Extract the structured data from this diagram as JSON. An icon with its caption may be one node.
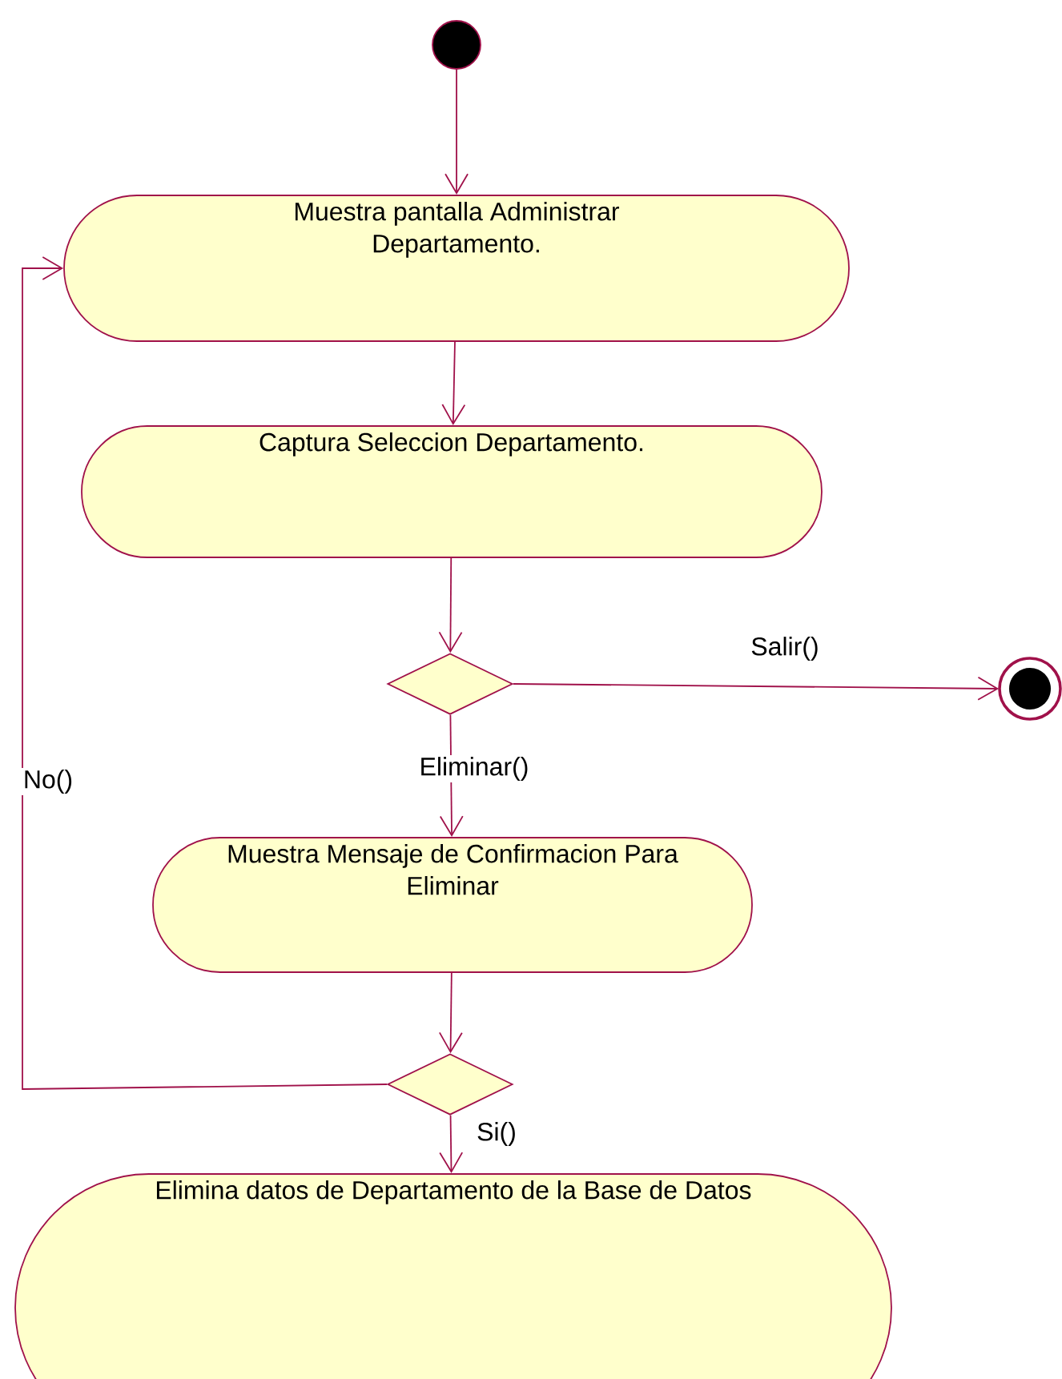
{
  "diagram": {
    "nodes": [
      {
        "text": [],
        "shape": "circle"
      },
      {
        "text": [
          "Muestra pantalla Administrar Departamento."
        ]
      },
      {
        "text": [
          "Captura Seleccion Departamento."
        ]
      },
      {
        "text": [],
        "shape": "diamond"
      },
      {
        "text": [],
        "shape": "circle"
      },
      {
        "text": [
          "Muestra Mensaje de Confirmacion Para Eliminar"
        ]
      },
      {
        "text": [],
        "shape": "diamond"
      },
      {
        "text": [
          "Elimina datos de Departamento de la Base de Datos"
        ]
      }
    ],
    "edges": [
      {
        "from": 0,
        "to": 1,
        "arrow": "to"
      },
      {
        "from": 1,
        "to": 2,
        "arrow": "to"
      },
      {
        "from": 2,
        "to": 3,
        "arrow": "to"
      },
      {
        "from": 3,
        "to": 4,
        "arrow": "to",
        "label": "Salir()"
      },
      {
        "from": 3,
        "to": 5,
        "arrow": "to",
        "label": "Eliminar()"
      },
      {
        "from": 5,
        "to": 6,
        "arrow": "to"
      },
      {
        "from": 6,
        "to": 1,
        "arrow": "to",
        "label": "No()"
      },
      {
        "from": 6,
        "to": 7,
        "arrow": "to",
        "label": "Si()"
      }
    ]
  }
}
